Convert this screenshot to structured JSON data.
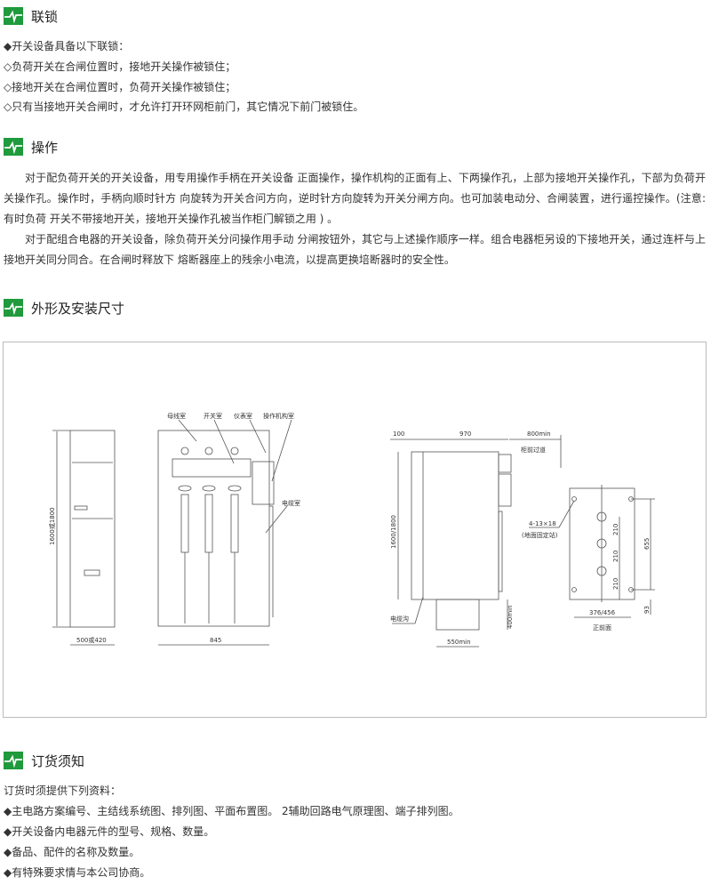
{
  "sections": {
    "interlock": {
      "title": "联锁",
      "lines": [
        "◆开关设备具备以下联锁：",
        "◇负荷开关在合闸位置时，接地开关操作被锁住；",
        "◇接地开关在合闸位置时，负荷开关操作被锁住；",
        "◇只有当接地开关合闸时，才允许打开环网柜前门，其它情况下前门被锁住。"
      ]
    },
    "operation": {
      "title": "操作",
      "paragraphs": [
        "对于配负荷开关的开关设备，用专用操作手柄在开关设备 正面操作，操作机构的正面有上、下两操作孔，上部为接地开关操作孔，下部为负荷开关操作孔。操作时，手柄向顺时针方 向旋转为开关合问方向，逆时针方向旋转为开关分闸方向。也可加装电动分、合闸装置，进行遥控操作。(注意:有时负荷 开关不带接地开关，接地开关操作孔被当作柜门解锁之用 ) 。",
        "对于配组合电器的开关设备，除负荷开关分问操作用手动 分闸按钮外，其它与上述操作顺序一样。组合电器柜另设的下接地开关，通过连杆与上接地开关同分同合。在合闸时释放下 熔断器座上的残余小电流，以提高更换培断器时的安全性。"
      ]
    },
    "dimensions": {
      "title": "外形及安装尺寸",
      "drawing": {
        "front_height": "1600或1800",
        "front_width": "500或420",
        "inner_width": "845",
        "busbar_room": "母线室",
        "switch_room": "开关室",
        "instrument_room": "仪表室",
        "mechanism_room": "操作机构室",
        "cable_room": "电缆室",
        "side_100": "100",
        "side_970": "970",
        "side_800min": "800min",
        "front_aisle": "柜前过道",
        "side_height": "1600/1800",
        "cable_trench": "电缆沟",
        "trench_depth": "400min",
        "trench_width": "550min",
        "hole_spec": "4-13×18",
        "hole_note": "(地面固定站)",
        "spacing_1": "210",
        "spacing_2": "210",
        "spacing_3": "210",
        "depth_655": "655",
        "base_width": "376/456",
        "offset_93": "93",
        "front_face": "正前面"
      }
    },
    "ordering": {
      "title": "订货须知",
      "lines": [
        "订货时须提供下列资料：",
        "◆主电路方案编号、主结线系统图、排列图、平面布置图。 2辅助回路电气原理图、端子排列图。",
        "◆开关设备内电器元件的型号、规格、数量。",
        "◆备品、配件的名称及数量。",
        "◆有特殊要求情与本公司协商。"
      ]
    }
  },
  "colors": {
    "accent": "#1f9a3c"
  }
}
